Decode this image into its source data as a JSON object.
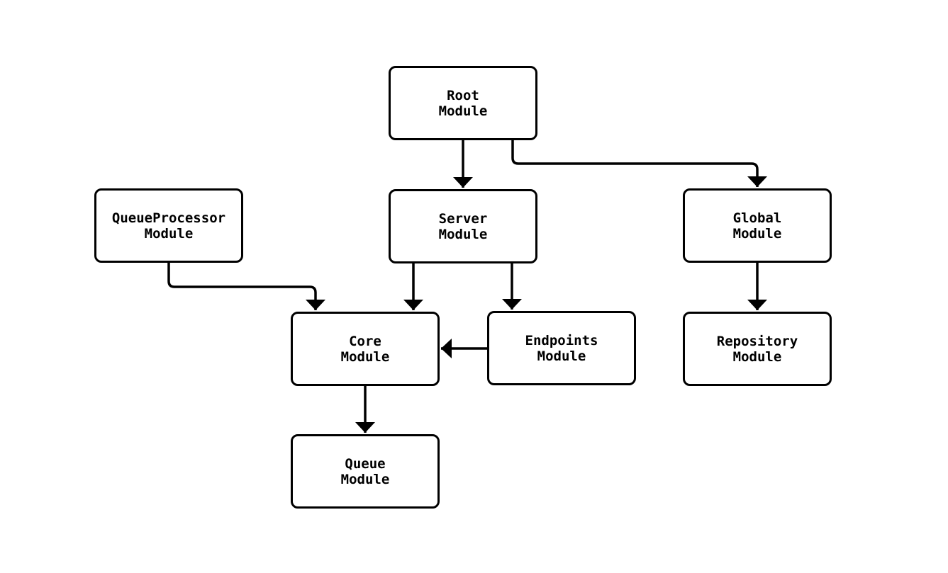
{
  "diagram": {
    "type": "flowchart",
    "background_color": "#ffffff",
    "stroke_color": "#000000",
    "node_fill_color": "#ffffff",
    "nodes": [
      {
        "id": "root",
        "line1": "Root",
        "line2": "Module"
      },
      {
        "id": "queueprocessor",
        "line1": "QueueProcessor",
        "line2": "Module"
      },
      {
        "id": "server",
        "line1": "Server",
        "line2": "Module"
      },
      {
        "id": "global",
        "line1": "Global",
        "line2": "Module"
      },
      {
        "id": "core",
        "line1": "Core",
        "line2": "Module"
      },
      {
        "id": "endpoints",
        "line1": "Endpoints",
        "line2": "Module"
      },
      {
        "id": "repository",
        "line1": "Repository",
        "line2": "Module"
      },
      {
        "id": "queue",
        "line1": "Queue",
        "line2": "Module"
      }
    ],
    "edges": [
      {
        "from": "Root Module",
        "to": "Server Module"
      },
      {
        "from": "Root Module",
        "to": "Global Module"
      },
      {
        "from": "QueueProcessor Module",
        "to": "Core Module"
      },
      {
        "from": "Server Module",
        "to": "Core Module"
      },
      {
        "from": "Server Module",
        "to": "Endpoints Module"
      },
      {
        "from": "Endpoints Module",
        "to": "Core Module"
      },
      {
        "from": "Global Module",
        "to": "Repository Module"
      },
      {
        "from": "Core Module",
        "to": "Queue Module"
      }
    ]
  }
}
